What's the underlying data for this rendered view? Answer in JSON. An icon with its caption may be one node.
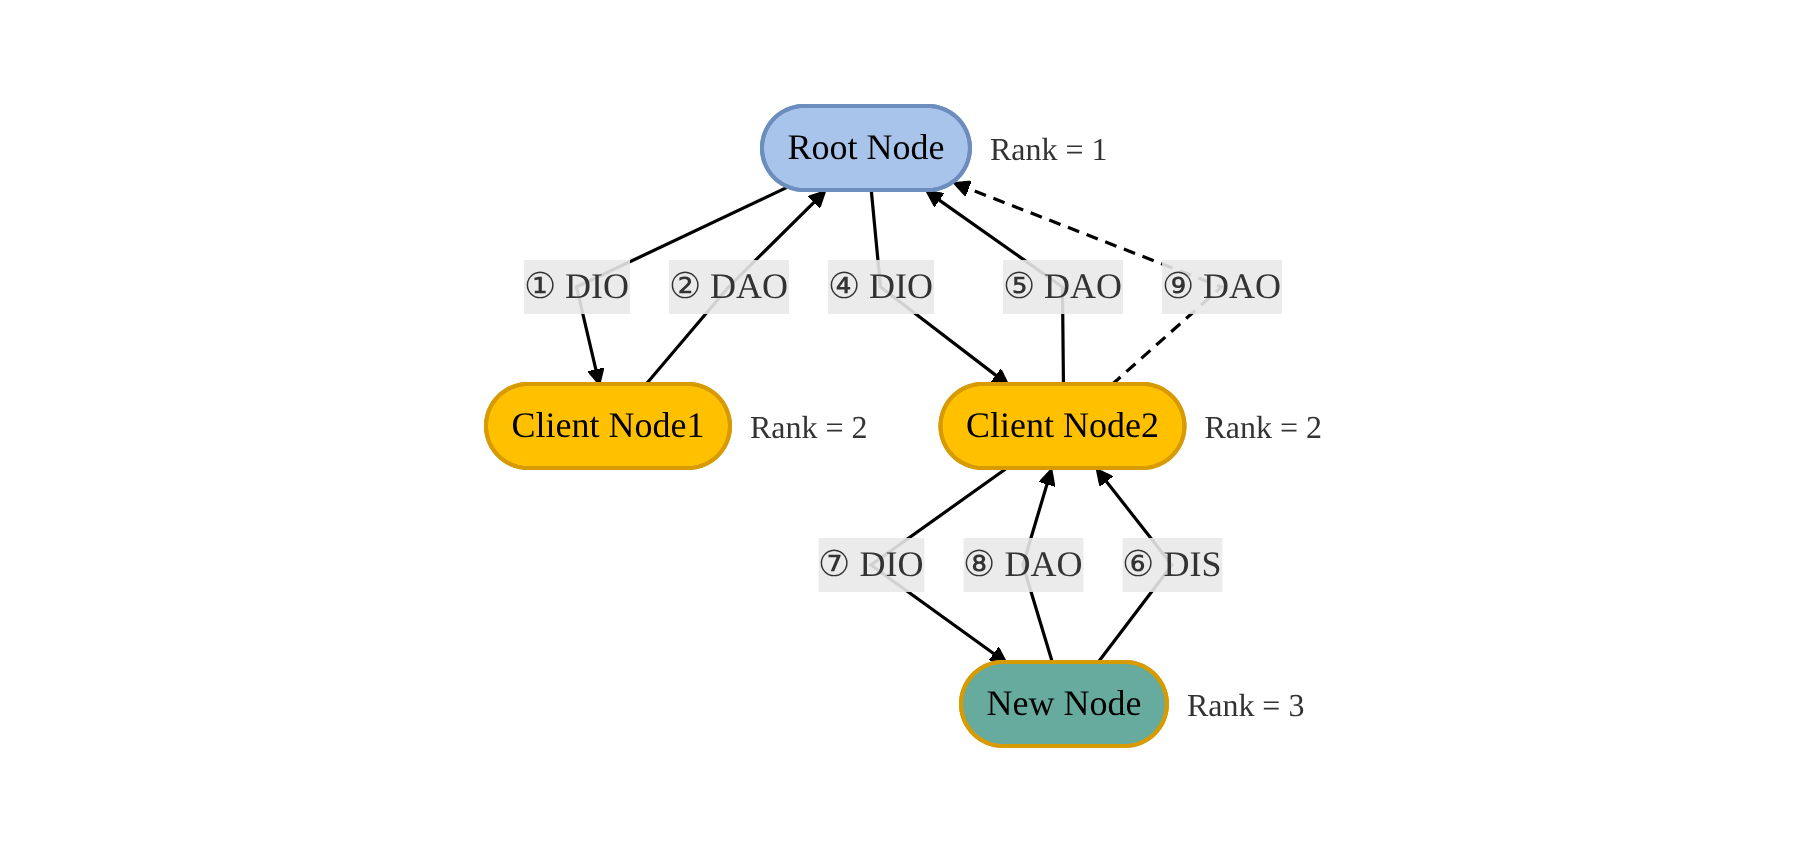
{
  "diagram": {
    "nodes": [
      {
        "text": [
          "Root Node"
        ],
        "beside": [
          "Rank = 1"
        ]
      },
      {
        "text": [
          "Client Node1"
        ],
        "beside": [
          "Rank = 2"
        ]
      },
      {
        "text": [
          "Client Node2"
        ],
        "beside": [
          "Rank = 2"
        ]
      },
      {
        "text": [
          "New Node"
        ],
        "beside": [
          "Rank = 3"
        ]
      }
    ],
    "edges": [
      {
        "from": 0,
        "to": 1,
        "arrow": "to",
        "label": "① DIO"
      },
      {
        "from": 1,
        "to": 0,
        "arrow": "to",
        "label": "② DAO"
      },
      {
        "from": 0,
        "to": 2,
        "arrow": "to",
        "label": "④ DIO"
      },
      {
        "from": 2,
        "to": 0,
        "arrow": "to",
        "label": "⑤ DAO"
      },
      {
        "from": 2,
        "to": 0,
        "arrow": "to",
        "label": "⑨ DAO",
        "style": "dashed"
      },
      {
        "from": 3,
        "to": 2,
        "arrow": "to",
        "label": "⑧ DAO"
      },
      {
        "from": 2,
        "to": 3,
        "arrow": "to",
        "label": "⑦ DIO"
      },
      {
        "from": 3,
        "to": 2,
        "arrow": "to",
        "label": "⑥ DIS"
      }
    ]
  }
}
